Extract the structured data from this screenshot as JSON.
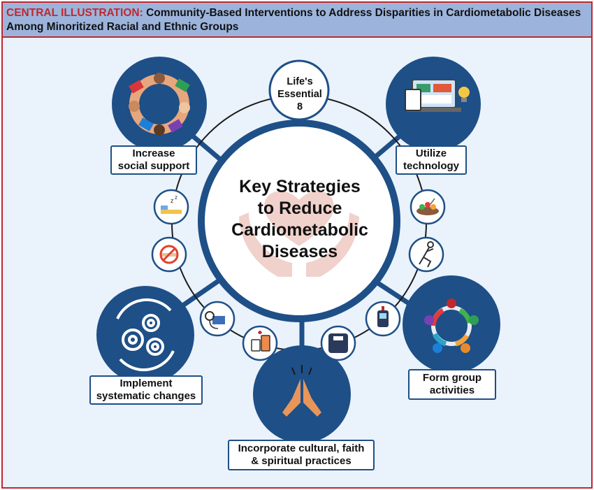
{
  "header": {
    "prefix": "CENTRAL ILLUSTRATION:",
    "title_line1": "Community-Based Interventions to Address Disparities in Cardiometabolic Diseases",
    "title_line2": "Among Minoritized Racial and Ethnic Groups"
  },
  "center": {
    "line1": "Key Strategies",
    "line2": "to Reduce",
    "line3": "Cardiometabolic",
    "line4": "Diseases"
  },
  "les": {
    "line1": "Life's",
    "line2": "Essential",
    "line3": "8"
  },
  "strategies": [
    {
      "line1": "Increase",
      "line2": "social support",
      "icon": "joined-hands-icon"
    },
    {
      "line1": "Utilize",
      "line2": "technology",
      "icon": "laptop-tablet-icon"
    },
    {
      "line1": "Implement",
      "line2": "systematic changes",
      "icon": "gears-cycle-icon"
    },
    {
      "line1": "Incorporate cultural, faith",
      "line2": "& spiritual practices",
      "icon": "praying-hands-icon"
    },
    {
      "line1": "Form group",
      "line2": "activities",
      "icon": "group-circle-icon"
    }
  ],
  "small_icons": [
    "sleep-icon",
    "no-smoking-icon",
    "blood-pressure-icon",
    "blood-sugar-icon",
    "weight-scale-icon",
    "glucose-meter-icon",
    "exercise-icon",
    "healthy-food-icon"
  ],
  "colors": {
    "navy": "#1e4f87",
    "accent_red": "#c0282d",
    "title_band": "#9cb4dc",
    "background": "#eaf2fb",
    "hands_watermark": "#e8b4aa"
  }
}
